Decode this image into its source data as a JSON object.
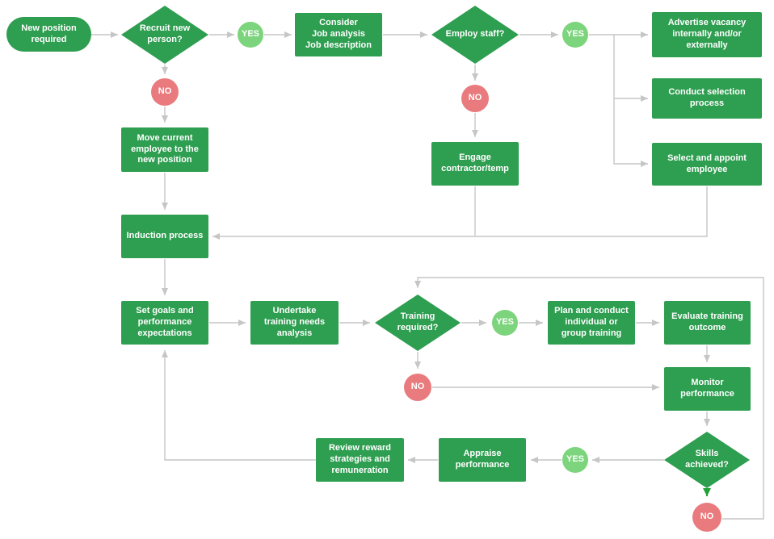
{
  "flowchart": {
    "colors": {
      "node_green": "#2E9E50",
      "yes_green": "#7CD47C",
      "no_red": "#E97B7E",
      "connector_gray": "#C6C6C6",
      "arrow_green": "#21A038",
      "background": "#FFFFFF",
      "text_white": "#FFFFFF"
    },
    "nodes": [
      {
        "id": "new-position-required",
        "type": "terminator",
        "label": "New position required"
      },
      {
        "id": "recruit-new-person",
        "type": "decision",
        "label": "Recruit new person?"
      },
      {
        "id": "yes-recruit",
        "type": "yes-badge",
        "label": "YES"
      },
      {
        "id": "consider-job-analysis",
        "type": "process",
        "label": "Consider\nJob analysis\nJob description"
      },
      {
        "id": "employ-staff",
        "type": "decision",
        "label": "Employ staff?"
      },
      {
        "id": "yes-employ",
        "type": "yes-badge",
        "label": "YES"
      },
      {
        "id": "advertise-vacancy",
        "type": "process",
        "label": "Advertise vacancy internally and/or externally"
      },
      {
        "id": "no-recruit",
        "type": "no-badge",
        "label": "NO"
      },
      {
        "id": "conduct-selection",
        "type": "process",
        "label": "Conduct selection process"
      },
      {
        "id": "no-employ",
        "type": "no-badge",
        "label": "NO"
      },
      {
        "id": "move-current-employee",
        "type": "process",
        "label": "Move current employee to the new position"
      },
      {
        "id": "engage-contractor",
        "type": "process",
        "label": "Engage contractor/temp"
      },
      {
        "id": "select-appoint",
        "type": "process",
        "label": "Select and appoint employee"
      },
      {
        "id": "induction-process",
        "type": "process",
        "label": "Induction process"
      },
      {
        "id": "set-goals",
        "type": "process",
        "label": "Set goals and performance expectations"
      },
      {
        "id": "undertake-training-needs",
        "type": "process",
        "label": "Undertake training needs analysis"
      },
      {
        "id": "training-required",
        "type": "decision",
        "label": "Training required?"
      },
      {
        "id": "yes-training",
        "type": "yes-badge",
        "label": "YES"
      },
      {
        "id": "plan-conduct-training",
        "type": "process",
        "label": "Plan and conduct individual or group training"
      },
      {
        "id": "evaluate-training",
        "type": "process",
        "label": "Evaluate training outcome"
      },
      {
        "id": "no-training",
        "type": "no-badge",
        "label": "NO"
      },
      {
        "id": "monitor-performance",
        "type": "process",
        "label": "Monitor performance"
      },
      {
        "id": "review-reward",
        "type": "process",
        "label": "Review reward strategies and remuneration"
      },
      {
        "id": "appraise-performance",
        "type": "process",
        "label": "Appraise performance"
      },
      {
        "id": "yes-skills",
        "type": "yes-badge",
        "label": "YES"
      },
      {
        "id": "skills-achieved",
        "type": "decision",
        "label": "Skills achieved?"
      },
      {
        "id": "no-skills",
        "type": "no-badge",
        "label": "NO"
      }
    ],
    "edges": [
      {
        "from": "new-position-required",
        "to": "recruit-new-person"
      },
      {
        "from": "recruit-new-person",
        "to": "yes-recruit"
      },
      {
        "from": "yes-recruit",
        "to": "consider-job-analysis"
      },
      {
        "from": "consider-job-analysis",
        "to": "employ-staff"
      },
      {
        "from": "employ-staff",
        "to": "yes-employ"
      },
      {
        "from": "yes-employ",
        "to": "advertise-vacancy"
      },
      {
        "from": "yes-employ",
        "to": "conduct-selection"
      },
      {
        "from": "yes-employ",
        "to": "select-appoint"
      },
      {
        "from": "recruit-new-person",
        "to": "no-recruit"
      },
      {
        "from": "no-recruit",
        "to": "move-current-employee"
      },
      {
        "from": "move-current-employee",
        "to": "induction-process"
      },
      {
        "from": "employ-staff",
        "to": "no-employ"
      },
      {
        "from": "no-employ",
        "to": "engage-contractor"
      },
      {
        "from": "select-appoint",
        "to": "induction-process"
      },
      {
        "from": "engage-contractor",
        "to": "induction-process"
      },
      {
        "from": "induction-process",
        "to": "set-goals"
      },
      {
        "from": "set-goals",
        "to": "undertake-training-needs"
      },
      {
        "from": "undertake-training-needs",
        "to": "training-required"
      },
      {
        "from": "training-required",
        "to": "yes-training"
      },
      {
        "from": "yes-training",
        "to": "plan-conduct-training"
      },
      {
        "from": "plan-conduct-training",
        "to": "evaluate-training"
      },
      {
        "from": "evaluate-training",
        "to": "monitor-performance"
      },
      {
        "from": "training-required",
        "to": "no-training"
      },
      {
        "from": "no-training",
        "to": "monitor-performance"
      },
      {
        "from": "monitor-performance",
        "to": "skills-achieved"
      },
      {
        "from": "skills-achieved",
        "to": "yes-skills"
      },
      {
        "from": "yes-skills",
        "to": "appraise-performance"
      },
      {
        "from": "appraise-performance",
        "to": "review-reward"
      },
      {
        "from": "review-reward",
        "to": "set-goals"
      },
      {
        "from": "skills-achieved",
        "to": "no-skills"
      },
      {
        "from": "no-skills",
        "to": "training-required"
      }
    ]
  }
}
